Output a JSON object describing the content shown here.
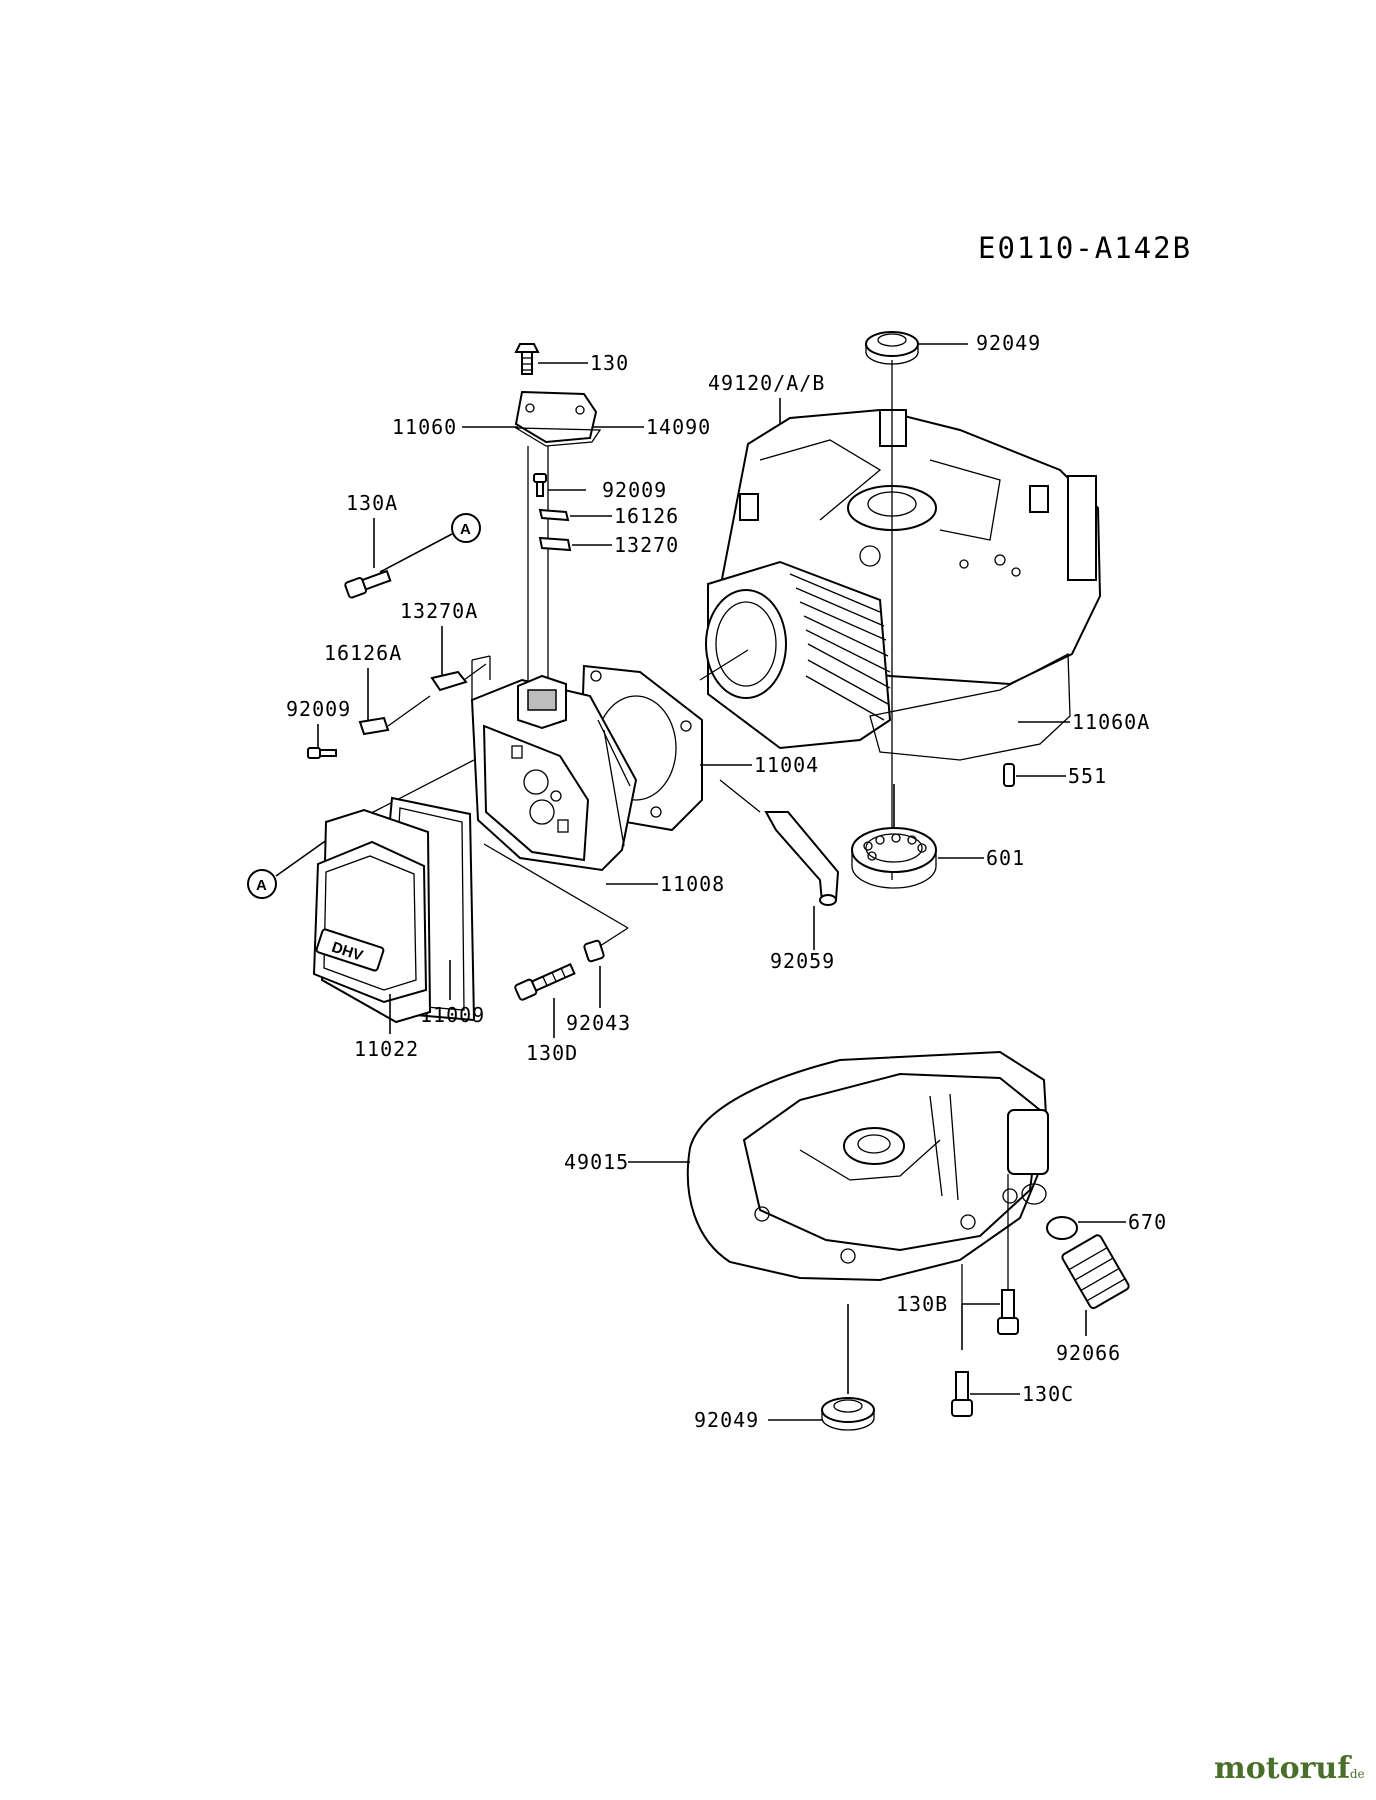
{
  "diagram_code": "E0110-A142B",
  "callouts": {
    "A_top": "A",
    "A_left": "A"
  },
  "cover_marking": "DHV",
  "watermark": {
    "brand": "motoruf",
    "tld": ".de"
  },
  "labels": {
    "p130": "130",
    "p11060": "11060",
    "p14090": "14090",
    "p92009_top": "92009",
    "p16126": "16126",
    "p13270": "13270",
    "p130A": "130A",
    "p13270A": "13270A",
    "p16126A": "16126A",
    "p92009_left": "92009",
    "p11004": "11004",
    "p11008": "11008",
    "p92059": "92059",
    "p11009": "11009",
    "p11022": "11022",
    "p92043": "92043",
    "p130D": "130D",
    "p92049_top": "92049",
    "p49120": "49120/A/B",
    "p11060A": "11060A",
    "p551": "551",
    "p601": "601",
    "p49015": "49015",
    "p670": "670",
    "p130B": "130B",
    "p92066": "92066",
    "p130C": "130C",
    "p92049_bottom": "92049"
  }
}
